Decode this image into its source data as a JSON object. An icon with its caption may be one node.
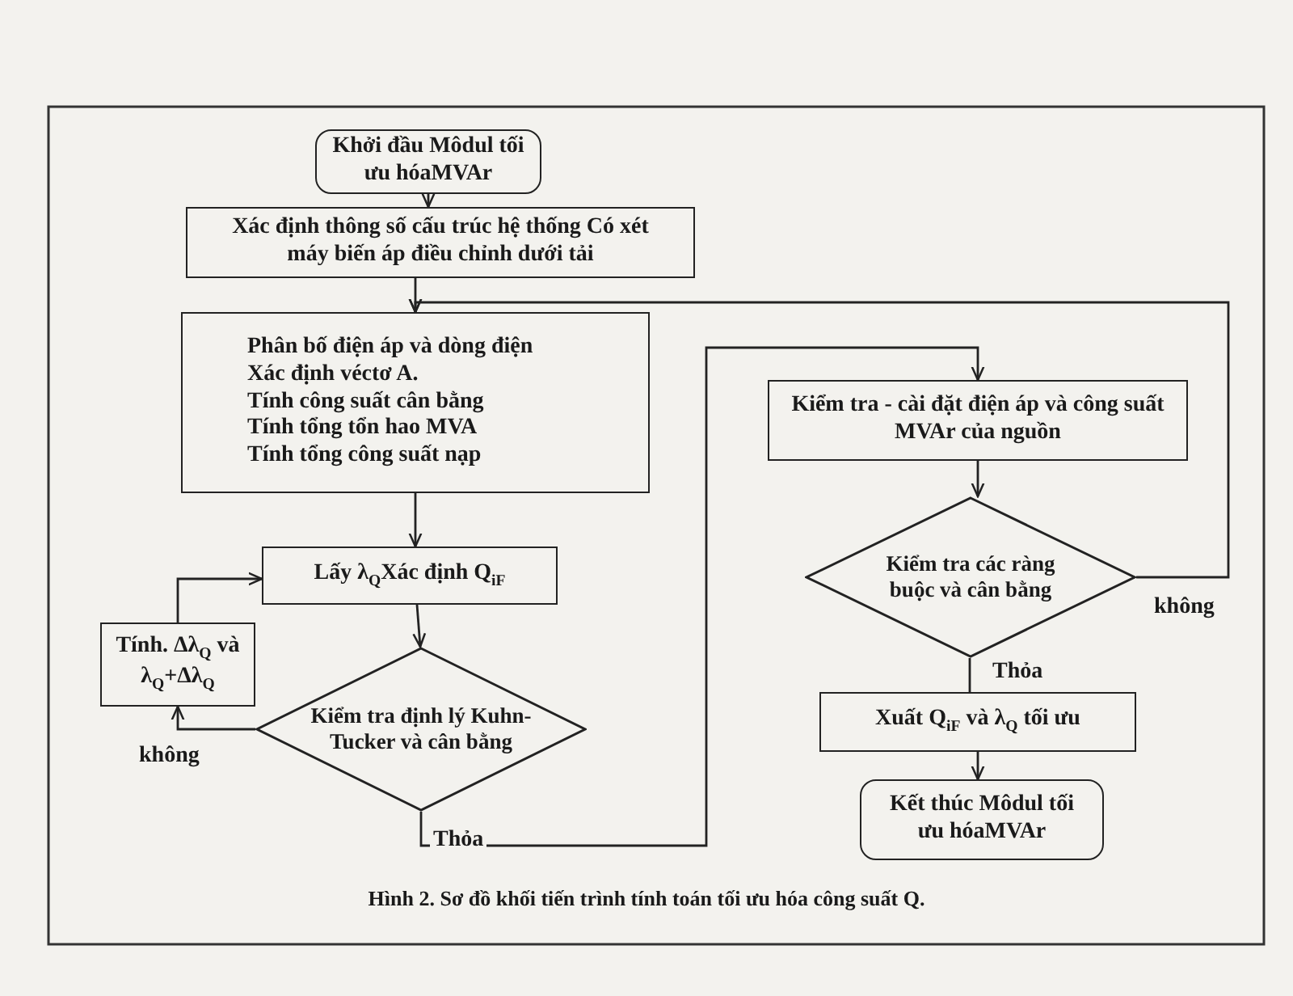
{
  "diagram": {
    "caption": "Hình 2. Sơ đồ khối tiến trình tính toán tối ưu hóa công suất Q.",
    "nodes": [
      {
        "text": [
          "Khởi đầu Môdul tối ưu hóaMVAr"
        ]
      },
      {
        "text": [
          "Xác định thông số cấu trúc hệ thống Có xét máy biến áp điều chỉnh dưới tải"
        ]
      },
      {
        "text": [
          "Phân bố điện áp và dòng điện",
          "Xác định véctơ A.",
          "Tính công suất cân bằng",
          "Tính tổng tổn hao MVA",
          "Tính tổng công suất nạp"
        ]
      },
      {
        "text": [
          "Lấy λ$_{Q}$Xác định Q$_{iF}$"
        ]
      },
      {
        "text": [
          "Tính. Δλ$_{Q}$ và λ$_{Q}$+Δλ$_{Q}$"
        ]
      },
      {
        "text": [
          "Kiểm tra định lý Kuhn-Tucker và cân bằng"
        ]
      },
      {
        "text": [
          "Kiểm tra - cài đặt điện áp và công suất MVAr của nguồn"
        ]
      },
      {
        "text": [
          "Kiểm tra các ràng buộc và cân bằng"
        ]
      },
      {
        "text": [
          "Xuất Q$_{iF}$ và λ$_{Q}$ tối ưu"
        ]
      },
      {
        "text": [
          "Kết thúc Môdul tối ưu hóaMVAr"
        ]
      }
    ],
    "edges": [
      {
        "from": 0,
        "to": 1,
        "arrow": "to"
      },
      {
        "from": 1,
        "to": 2,
        "arrow": "to"
      },
      {
        "from": 2,
        "to": 3,
        "arrow": "to"
      },
      {
        "from": 3,
        "to": 5,
        "arrow": "to"
      },
      {
        "from": 5,
        "to": 4,
        "arrow": "to",
        "label": "không"
      },
      {
        "from": 4,
        "to": 3,
        "arrow": "to"
      },
      {
        "from": 5,
        "to": 6,
        "arrow": "to",
        "label": "Thỏa"
      },
      {
        "from": 6,
        "to": 7,
        "arrow": "to"
      },
      {
        "from": 7,
        "to": 2,
        "arrow": "to",
        "label": "không"
      },
      {
        "from": 7,
        "to": 8,
        "arrow": "none",
        "label": "Thỏa"
      },
      {
        "from": 8,
        "to": 9,
        "arrow": "to"
      }
    ]
  }
}
